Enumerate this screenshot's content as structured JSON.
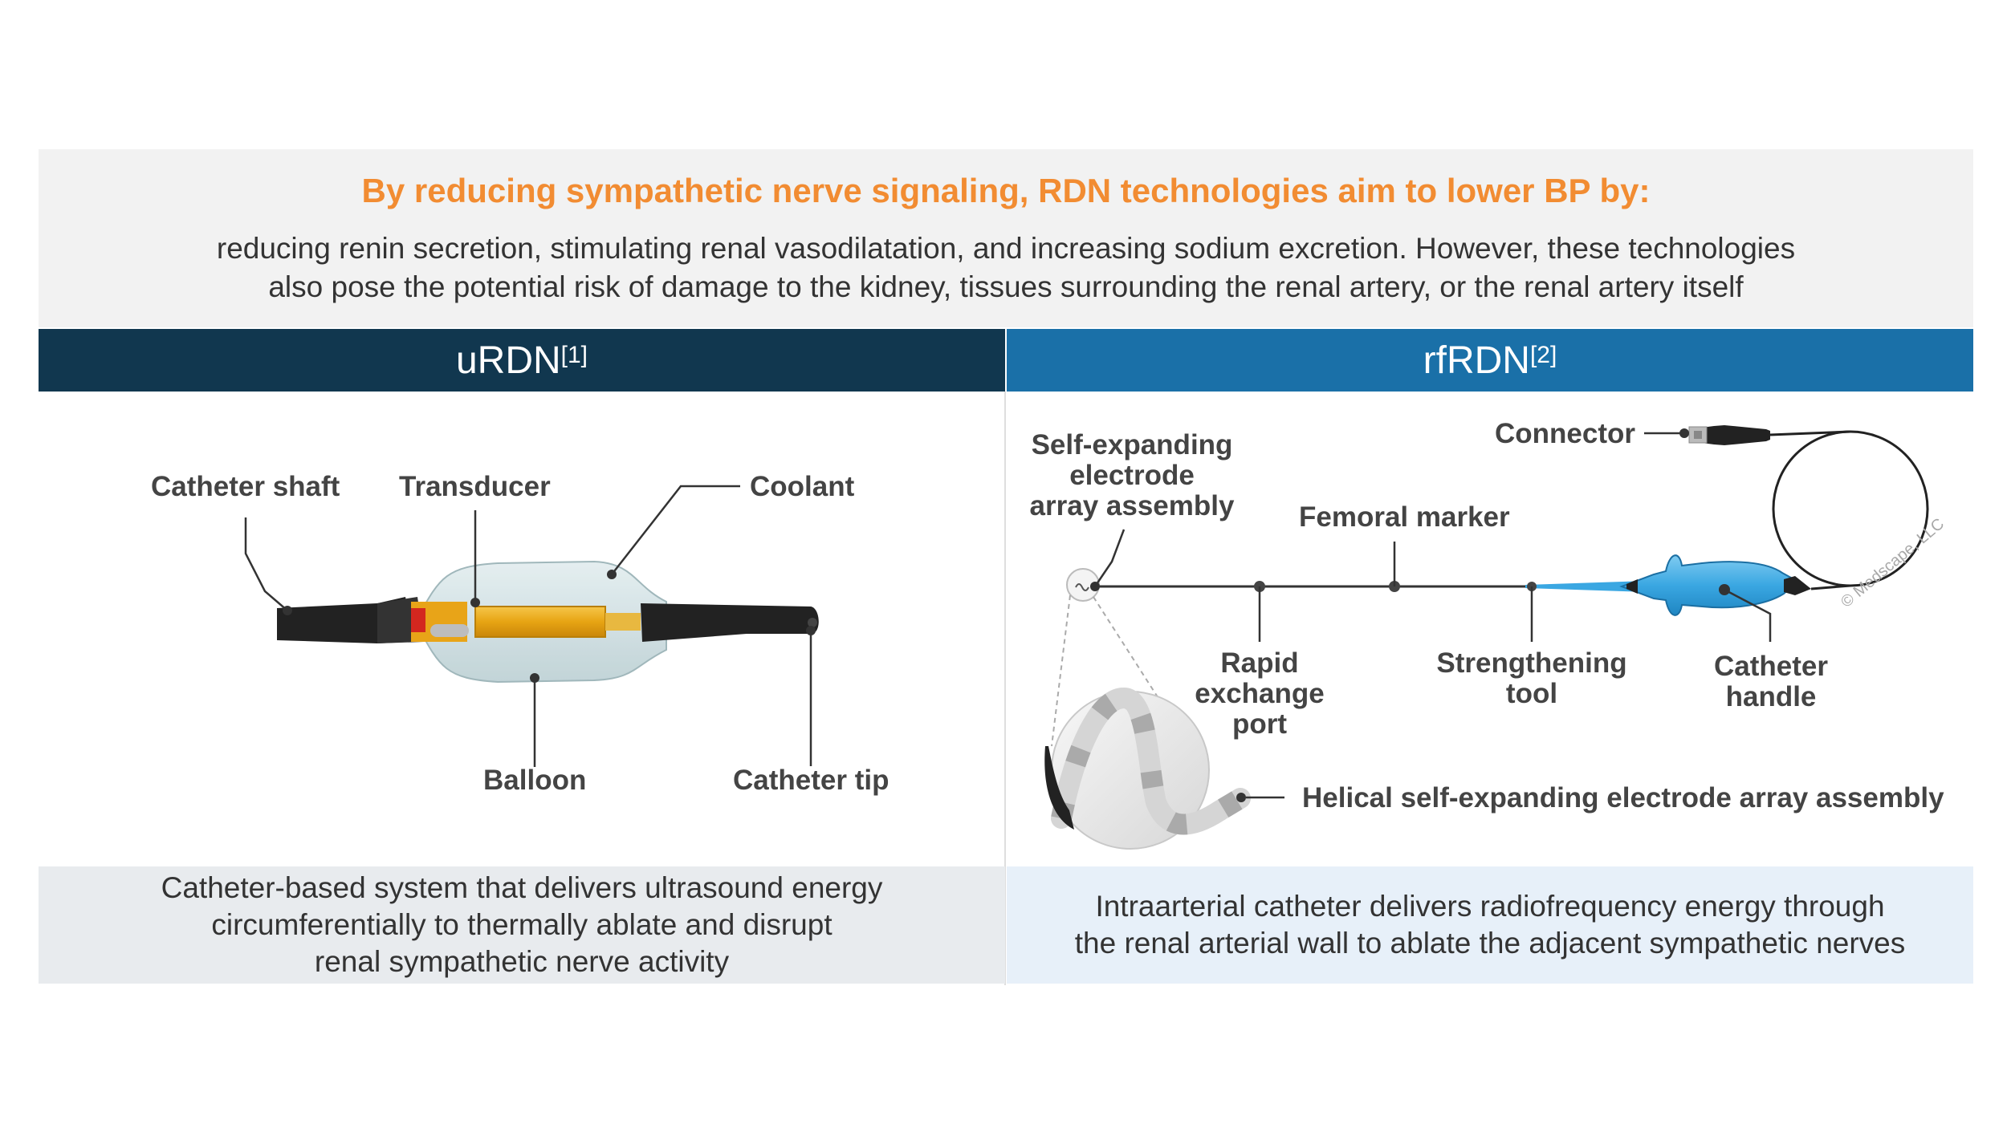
{
  "header": {
    "headline": "By reducing sympathetic nerve signaling, RDN technologies aim to lower BP by:",
    "body": "reducing renin secretion, stimulating renal vasodilatation, and increasing sodium excretion. However, these technologies\nalso pose the potential risk of damage to the kidney, tissues surrounding the renal artery, or the renal artery itself"
  },
  "left_panel": {
    "title": "uRDN",
    "ref": "[1]",
    "labels": {
      "catheter_shaft": "Catheter shaft",
      "transducer": "Transducer",
      "coolant": "Coolant",
      "balloon": "Balloon",
      "catheter_tip": "Catheter tip"
    },
    "description": "Catheter-based system that delivers ultrasound energy\ncircumferentially to thermally ablate and disrupt\nrenal sympathetic nerve activity"
  },
  "right_panel": {
    "title": "rfRDN",
    "ref": "[2]",
    "labels": {
      "self_expanding": [
        "Self-expanding",
        "electrode",
        "array assembly"
      ],
      "connector": "Connector",
      "femoral_marker": "Femoral marker",
      "rapid_exchange": [
        "Rapid",
        "exchange",
        "port"
      ],
      "strengthening": [
        "Strengthening",
        "tool"
      ],
      "catheter_handle": [
        "Catheter",
        "handle"
      ],
      "helical": "Helical self-expanding electrode array assembly"
    },
    "watermark": "© Medscape, LLC",
    "description": "Intraarterial catheter delivers radiofrequency energy through\nthe renal arterial wall to ablate the adjacent sympathetic nerves"
  },
  "colors": {
    "headline": "#f28c32",
    "left_band": "#11374f",
    "right_band": "#1a70a8",
    "handle_blue": "#3aa7e2",
    "transducer_gold": "#e7a413"
  }
}
